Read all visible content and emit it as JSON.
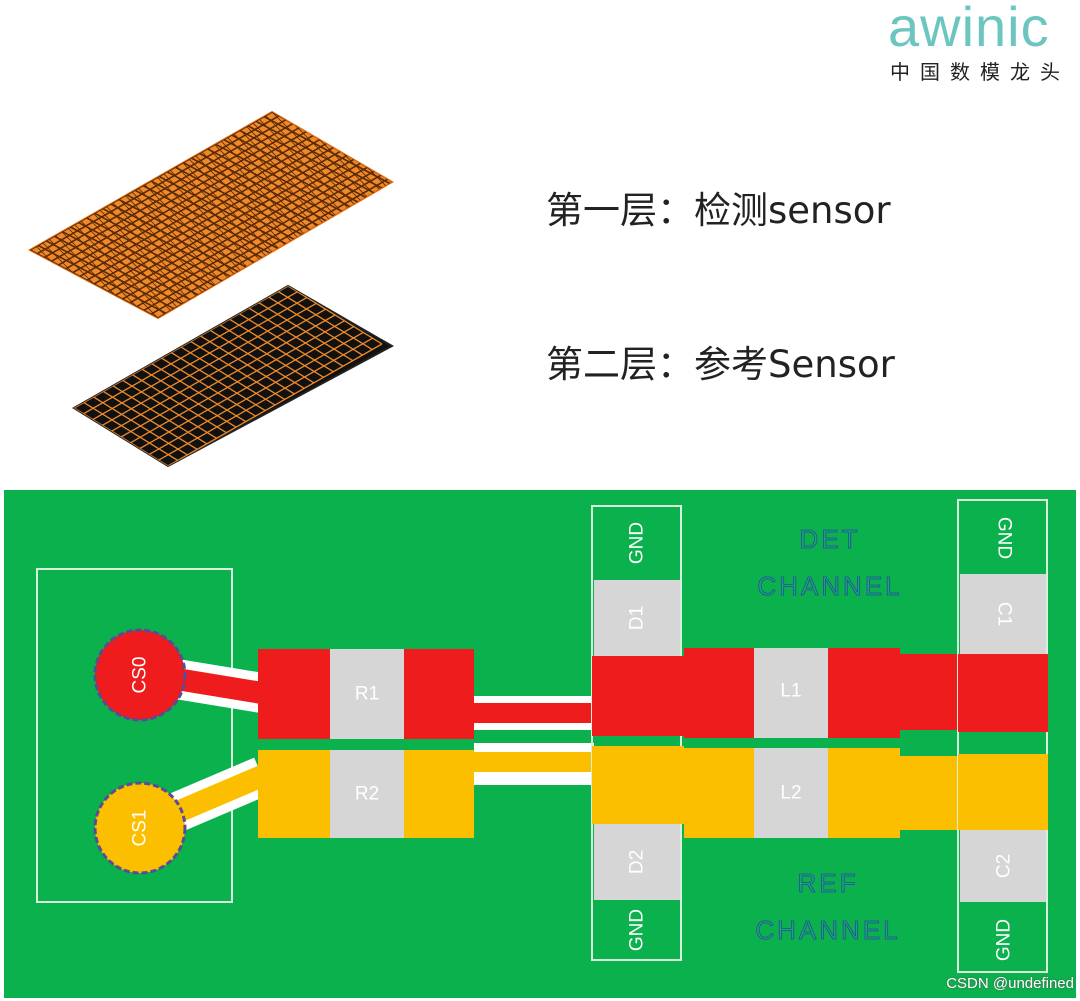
{
  "logo": {
    "brand": "awinic",
    "tagline": "中国数模龙头"
  },
  "layers": [
    {
      "label": "第一层：检测sensor"
    },
    {
      "label": "第二层：参考Sensor"
    }
  ],
  "pcb": {
    "pads": {
      "cs0": "CS0",
      "cs1": "CS1"
    },
    "components": {
      "r1": "R1",
      "r2": "R2",
      "d1": "D1",
      "d2": "D2",
      "l1": "L1",
      "l2": "L2",
      "c1": "C1",
      "c2": "C2"
    },
    "gnd_label": "GND",
    "channels": {
      "det_line1": "DET",
      "det_line2": "CHANNEL",
      "ref_line1": "REF",
      "ref_line2": "CHANNEL"
    }
  },
  "colors": {
    "board": "#0bb14c",
    "det": "#ee1c1c",
    "ref": "#fbbf00",
    "component": "#d6d6d6",
    "mesh_top": "#f08a28",
    "mesh_bottom": "#111111"
  },
  "watermark": "CSDN @undefined"
}
